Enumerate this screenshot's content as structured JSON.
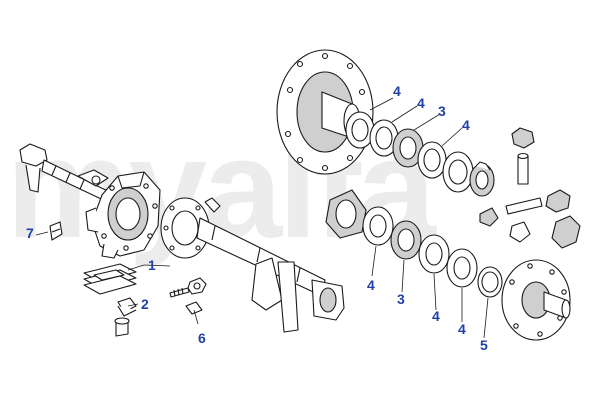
{
  "watermark": "myalfa",
  "colors": {
    "label": "#2140a8",
    "line": "#1a1a1a",
    "face": "#ffffff",
    "shade": "#cfcfcf",
    "watermark": "#ececec"
  },
  "callouts": {
    "c1": "1",
    "c2": "2",
    "c3": "6",
    "c4": "7",
    "c5": "4",
    "c6": "4",
    "c7": "3",
    "c8": "4",
    "c9": "4",
    "c10": "3",
    "c11": "4",
    "c12": "4",
    "c13": "5"
  }
}
